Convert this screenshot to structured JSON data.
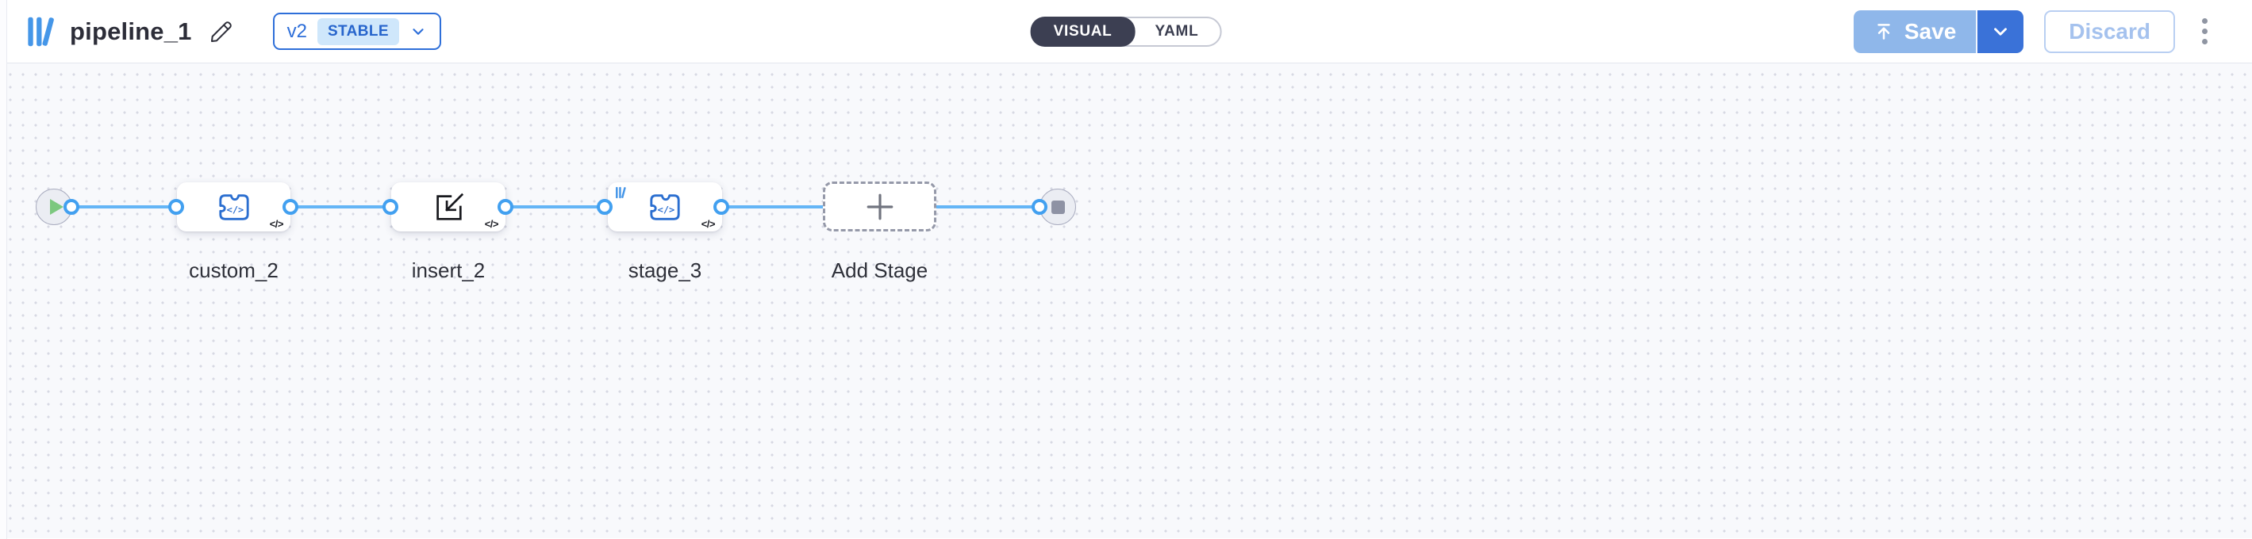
{
  "header": {
    "title": "pipeline_1",
    "version": {
      "label": "v2",
      "badge": "STABLE"
    },
    "mode_toggle": {
      "options": [
        {
          "label": "VISUAL"
        },
        {
          "label": "YAML"
        }
      ],
      "active": "VISUAL"
    },
    "actions": {
      "save_label": "Save",
      "discard_label": "Discard"
    }
  },
  "colors": {
    "primary_blue": "#2e6fd9",
    "edge_blue": "#64b5f6",
    "port_blue": "#42a0f0",
    "node_icon_blue": "#2a6ed0",
    "stable_badge_bg": "#cfe7fb",
    "toggle_active_bg": "#3c3f52",
    "save_disabled_bg": "#8fb7ea",
    "save_caret_bg": "#3a72d8",
    "canvas_bg": "#f8f9fc",
    "canvas_dot": "#d7d9e3",
    "play_green": "#7cc87f",
    "stop_gray": "#8e92a4"
  },
  "pipeline": {
    "code_glyph": "</>",
    "start": {
      "icon": "play-icon"
    },
    "nodes": [
      {
        "label": "custom_2",
        "type": "function",
        "icon": "puzzle-code-icon",
        "corner_glyph": "</>"
      },
      {
        "label": "insert_2",
        "type": "insert",
        "icon": "import-icon",
        "corner_glyph": "</>"
      },
      {
        "label": "stage_3",
        "type": "function",
        "icon": "puzzle-code-icon",
        "corner_glyph": "</>",
        "badge_icon": "pipelines-logo"
      },
      {
        "label": "Add Stage",
        "type": "add-stage",
        "icon": "plus-icon"
      }
    ],
    "end": {
      "icon": "stop-icon"
    }
  }
}
